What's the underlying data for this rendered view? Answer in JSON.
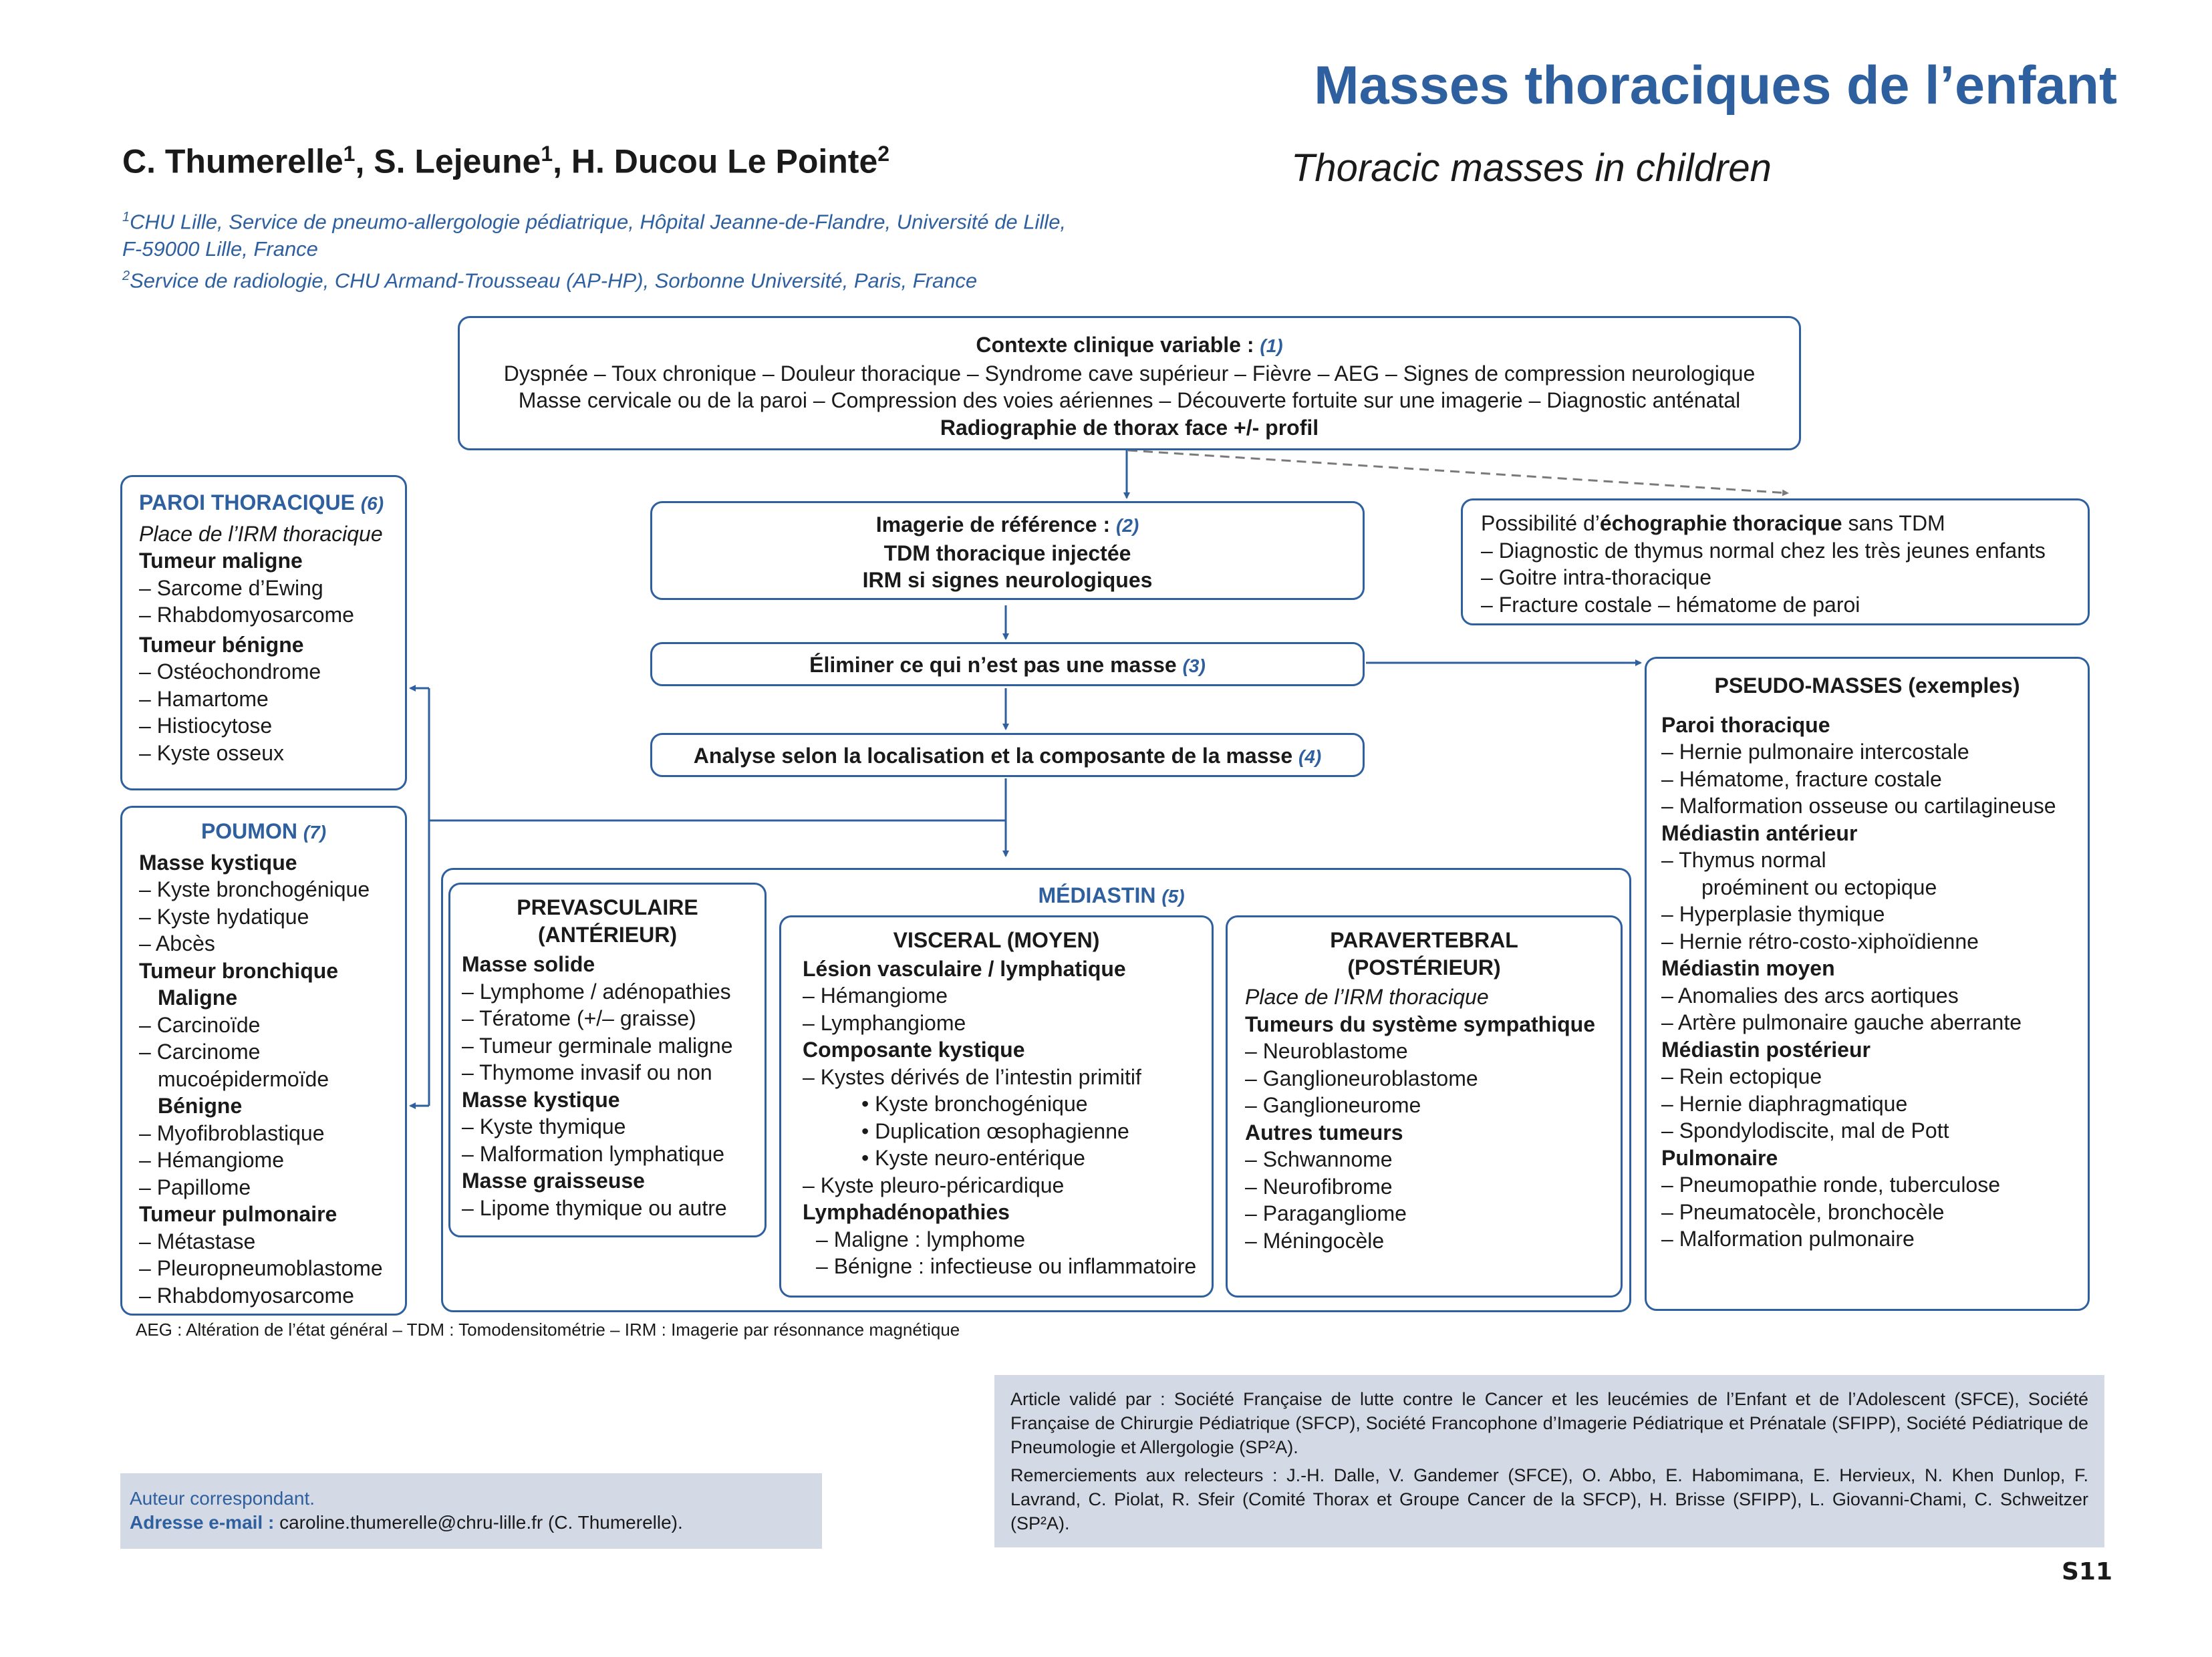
{
  "header": {
    "title": "Masses thoraciques de l’enfant",
    "subtitle": "Thoracic masses in children",
    "authors": [
      {
        "name": "C. Thumerelle",
        "sup": "1",
        "sep": ", "
      },
      {
        "name": "S. Lejeune",
        "sup": "1",
        "sep": ", "
      },
      {
        "name": "H. Ducou Le Pointe",
        "sup": "2",
        "sep": ""
      }
    ],
    "affiliations": [
      {
        "sup": "1",
        "line1": "CHU Lille, Service de pneumo-allergologie pédiatrique, Hôpital Jeanne-de-Flandre, Université de Lille,",
        "line2": "F-59000 Lille, France"
      },
      {
        "sup": "2",
        "line1": "Service de radiologie, CHU Armand-Trousseau (AP-HP), Sorbonne Université, Paris, France"
      }
    ]
  },
  "contexte": {
    "title": "Contexte clinique variable :",
    "ref": "(1)",
    "line1": "Dyspnée – Toux chronique – Douleur thoracique – Syndrome cave supérieur – Fièvre – AEG – Signes de compression neurologique",
    "line2": "Masse cervicale ou de la paroi – Compression des voies aériennes – Découverte fortuite sur une imagerie – Diagnostic anténatal",
    "line3": "Radiographie de thorax face +/- profil"
  },
  "imagerie": {
    "title": "Imagerie de référence :",
    "ref": "(2)",
    "line1": "TDM thoracique injectée",
    "line2": "IRM si signes neurologiques"
  },
  "echographie": {
    "pre": "Possibilité d’",
    "bold": "échographie thoracique",
    "post": " sans TDM",
    "items": [
      "– Diagnostic de thymus normal chez les très jeunes enfants",
      "– Goitre intra-thoracique",
      "– Fracture costale – hématome de paroi"
    ]
  },
  "eliminer": {
    "label": "Éliminer ce qui n’est pas une masse",
    "ref": "(3)"
  },
  "analyse": {
    "label": "Analyse selon la localisation et la composante de la masse",
    "ref": "(4)"
  },
  "paroi": {
    "title": "PAROI THORACIQUE",
    "ref": "(6)",
    "irm": "Place de l’IRM thoracique",
    "maligne": "Tumeur maligne",
    "maligne_items": [
      "– Sarcome d’Ewing",
      "– Rhabdomyosarcome"
    ],
    "benigne": "Tumeur bénigne",
    "benigne_items": [
      "– Ostéochondrome",
      "– Hamartome",
      "– Histiocytose",
      "– Kyste osseux"
    ]
  },
  "poumon": {
    "title": "POUMON",
    "ref": "(7)",
    "kystique": "Masse kystique",
    "kystique_items": [
      "– Kyste bronchogénique",
      "– Kyste hydatique",
      "– Abcès"
    ],
    "bronchique": "Tumeur bronchique",
    "maligne": "Maligne",
    "maligne_items": [
      "– Carcinoïde",
      "– Carcinome"
    ],
    "mucoepi": "mucoépidermoïde",
    "benigne": "Bénigne",
    "benigne_items": [
      "– Myofibroblastique",
      "– Hémangiome",
      "– Papillome"
    ],
    "pulmonaire": "Tumeur pulmonaire",
    "pulmonaire_items": [
      "– Métastase",
      "– Pleuropneumoblastome",
      "– Rhabdomyosarcome"
    ]
  },
  "mediastin": {
    "title": "MÉDIASTIN",
    "ref": "(5)"
  },
  "prevasculaire": {
    "title1": "PREVASCULAIRE",
    "title2": "(ANTÉRIEUR)",
    "solide": "Masse solide",
    "solide_items": [
      "– Lymphome / adénopathies",
      "– Tératome (+/– graisse)",
      "– Tumeur germinale maligne",
      "– Thymome invasif ou non"
    ],
    "kystique": "Masse kystique",
    "kystique_items": [
      "– Kyste thymique",
      "– Malformation lymphatique"
    ],
    "graisseuse": "Masse graisseuse",
    "graisseuse_items": [
      "– Lipome thymique ou autre"
    ]
  },
  "visceral": {
    "title": "VISCERAL (MOYEN)",
    "vasc": "Lésion vasculaire / lymphatique",
    "vasc_items": [
      "– Hémangiome",
      "– Lymphangiome"
    ],
    "kystique": "Composante kystique",
    "intestin": "– Kystes dérivés de l’intestin primitif",
    "bullets": [
      "• Kyste bronchogénique",
      "• Duplication œsophagienne",
      "• Kyste neuro-entérique"
    ],
    "pleuro": "– Kyste pleuro-péricardique",
    "lympha": "Lymphadénopathies",
    "lympha_items": [
      "– Maligne : lymphome",
      "– Bénigne : infectieuse ou inflammatoire"
    ]
  },
  "paravertebral": {
    "title1": "PARAVERTEBRAL",
    "title2": "(POSTÉRIEUR)",
    "irm": "Place de l’IRM thoracique",
    "sympa": "Tumeurs du système sympathique",
    "sympa_items": [
      "– Neuroblastome",
      "– Ganglioneuroblastome",
      "– Ganglioneurome"
    ],
    "autres": "Autres tumeurs",
    "autres_items": [
      "– Schwannome",
      "– Neurofibrome",
      "– Paragangliome",
      "– Méningocèle"
    ]
  },
  "pseudo": {
    "title": "PSEUDO-MASSES (exemples)",
    "groups": [
      {
        "h": "Paroi thoracique",
        "items": [
          "– Hernie pulmonaire intercostale",
          "– Hématome, fracture costale",
          "– Malformation osseuse ou cartilagineuse"
        ]
      },
      {
        "h": "Médiastin antérieur",
        "items": [
          "– Thymus normal",
          "proéminent ou ectopique",
          "– Hyperplasie thymique",
          "– Hernie rétro-costo-xiphoïdienne"
        ]
      },
      {
        "h": "Médiastin moyen",
        "items": [
          "– Anomalies des arcs aortiques",
          "– Artère pulmonaire gauche aberrante"
        ]
      },
      {
        "h": "Médiastin postérieur",
        "items": [
          "– Rein ectopique",
          "– Hernie diaphragmatique",
          "– Spondylodiscite, mal de Pott"
        ]
      },
      {
        "h": "Pulmonaire",
        "items": [
          "– Pneumopathie ronde, tuberculose",
          "– Pneumatocèle, bronchocèle",
          "– Malformation pulmonaire"
        ]
      }
    ]
  },
  "footnote": "AEG : Altération de l’état général – TDM : Tomodensitométrie – IRM : Imagerie par résonnance magnétique",
  "author_box": {
    "line1": "Auteur correspondant.",
    "email_label": "Adresse e-mail :",
    "email": " caroline.thumerelle@chru-lille.fr (C. Thumerelle)."
  },
  "validated": {
    "p1": "Article validé par : Société Française de lutte contre le Cancer et les leucémies de l’Enfant et de l’Adolescent (SFCE), Société Française de Chirurgie Pédiatrique (SFCP), Société Francophone d’Imagerie Pédiatrique et Prénatale (SFIPP), Société Pédiatrique de Pneumologie et Allergologie (SP²A).",
    "p2": "Remerciements aux relecteurs : J.-H. Dalle, V. Gandemer (SFCE), O. Abbo, E. Habomimana, E. Hervieux, N. Khen Dunlop, F. Lavrand, C. Piolat, R. Sfeir (Comité Thorax et Groupe Cancer de la SFCP), H. Brisse (SFIPP), L. Giovanni-Chami, C. Schweitzer (SP²A)."
  },
  "page_number": "S11",
  "colors": {
    "accent": "#2e5f9e",
    "gray_box": "#d3d9e5",
    "dashed": "#7a7a7a"
  }
}
